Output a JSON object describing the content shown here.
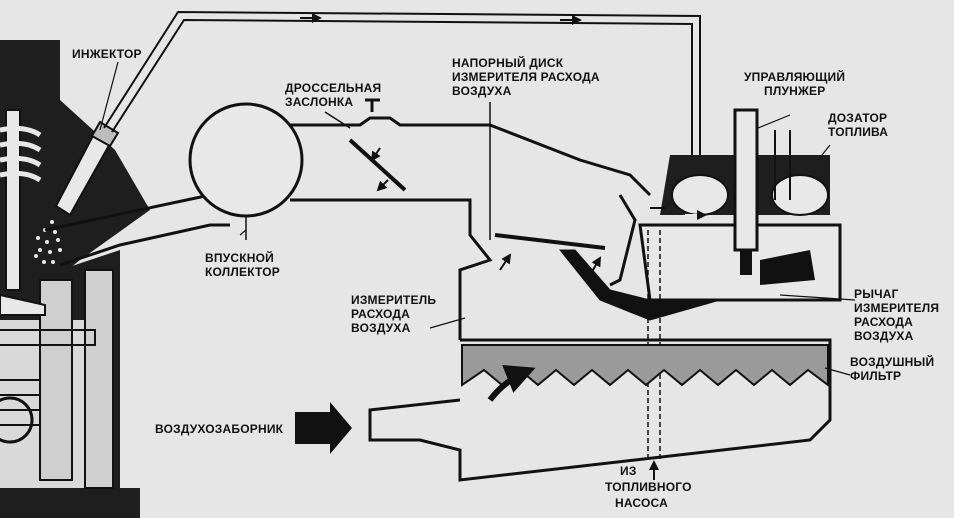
{
  "labels": {
    "injector": "ИНЖЕКТОР",
    "throttle": [
      "ДРОССЕЛЬНАЯ",
      "ЗАСЛОНКА"
    ],
    "sensor_plate": [
      "НАПОРНЫЙ ДИСК",
      "ИЗМЕРИТЕЛЯ РАСХОДА",
      "ВОЗДУХА"
    ],
    "control_plunger": [
      "УПРАВЛЯЮЩИЙ",
      "ПЛУНЖЕР"
    ],
    "fuel_distributor": [
      "ДОЗАТОР",
      "ТОПЛИВА"
    ],
    "intake_manifold": [
      "ВПУСКНОЙ",
      "КОЛЛЕКТОР"
    ],
    "air_flow_meter": [
      "ИЗМЕРИТЕЛЬ",
      "РАСХОДА",
      "ВОЗДУХА"
    ],
    "meter_lever": [
      "РЫЧАГ",
      "ИЗМЕРИТЕЛЯ",
      "РАСХОДА",
      "ВОЗДУХА"
    ],
    "air_filter": [
      "ВОЗДУШНЫЙ",
      "ФИЛЬТР"
    ],
    "air_intake": "ВОЗДУХОЗАБОРНИК",
    "from_fuel_pump": [
      "ИЗ",
      "ТОПЛИВНОГО",
      "НАСОСА"
    ]
  },
  "colors": {
    "background": "#e6e6e6",
    "ink": "#111111",
    "engine": "#1e1e1e",
    "filter": "#9a9a9a"
  }
}
